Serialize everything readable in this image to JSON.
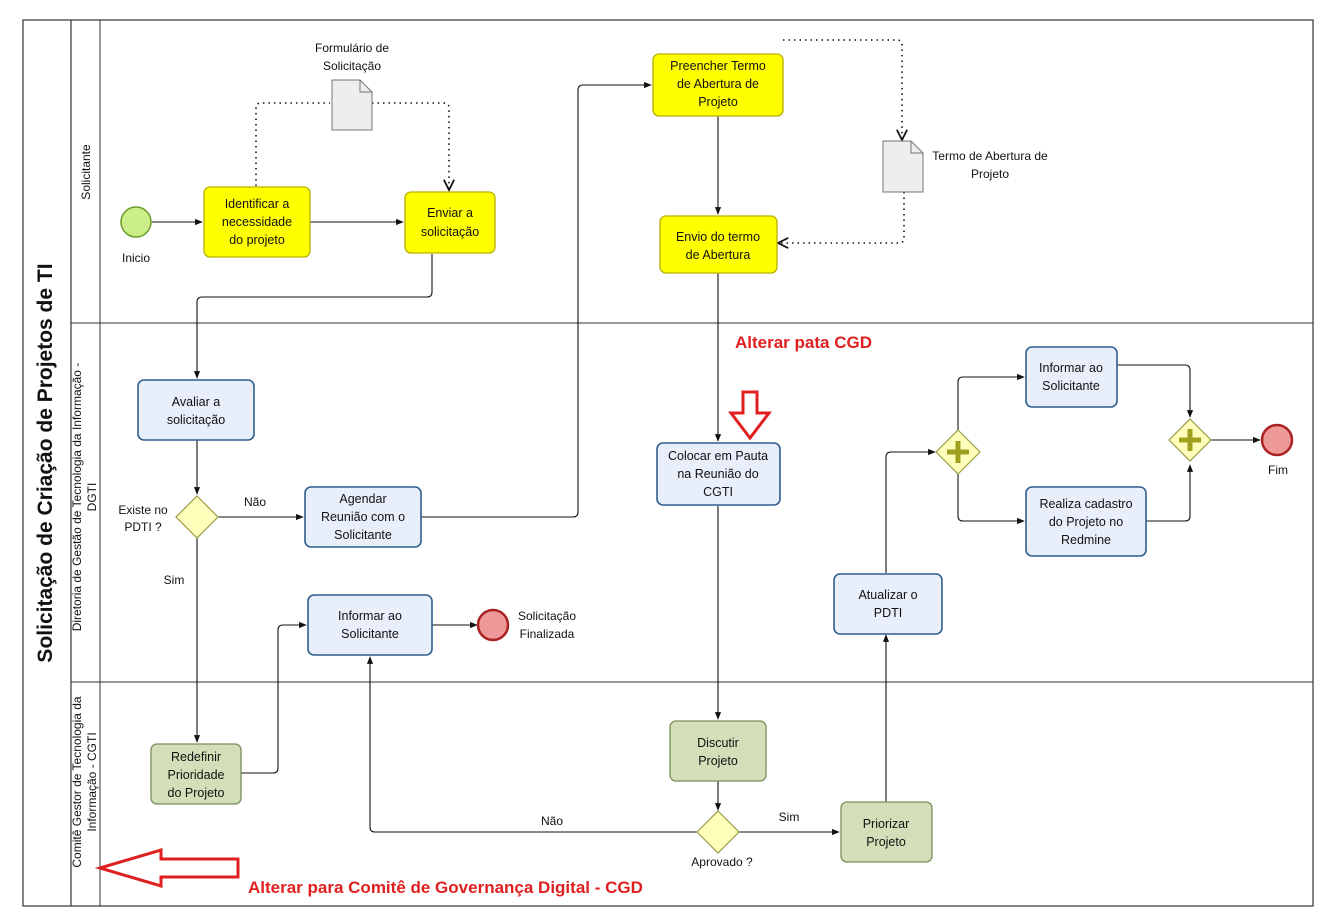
{
  "pool": {
    "title": "Solicitação de Criação de Projetos de TI"
  },
  "lanes": {
    "solicitante": "Solicitante",
    "dgti": [
      "Diretoria de Gestão de Tecnologia da Informação -",
      "DGTI"
    ],
    "cgti": [
      "Comitê Gestor de Tecnologia da",
      "Informação - CGTI"
    ]
  },
  "events": {
    "start": "Inicio",
    "end_fim": "Fim",
    "end_finalizada": [
      "Solicitação",
      "Finalizada"
    ]
  },
  "artifacts": {
    "formulario": [
      "Formulário de",
      "Solicitação"
    ],
    "termo": [
      "Termo de Abertura de",
      "Projeto"
    ]
  },
  "tasks": {
    "identificar": [
      "Identificar a",
      "necessidade",
      "do projeto"
    ],
    "enviar": [
      "Enviar a",
      "solicitação"
    ],
    "preencher": [
      "Preencher Termo",
      "de Abertura de",
      "Projeto"
    ],
    "envio_termo": [
      "Envio do termo",
      "de Abertura"
    ],
    "avaliar": [
      "Avaliar a",
      "solicitação"
    ],
    "agendar": [
      "Agendar",
      "Reunião com o",
      "Solicitante"
    ],
    "colocar": [
      "Colocar em Pauta",
      "na Reunião do",
      "CGTI"
    ],
    "informar_dgti": [
      "Informar  ao",
      "Solicitante"
    ],
    "informar_top": [
      "Informar  ao",
      "Solicitante"
    ],
    "realiza": [
      "Realiza cadastro",
      "do Projeto no",
      "Redmine"
    ],
    "atualizar": [
      "Atualizar o",
      "PDTI"
    ],
    "redefinir": [
      "Redefinir",
      "Prioridade",
      "do Projeto"
    ],
    "discutir": [
      "Discutir",
      "Projeto"
    ],
    "priorizar": [
      "Priorizar",
      "Projeto"
    ]
  },
  "gateways": {
    "existe": [
      "Existe no",
      "PDTI ?"
    ],
    "aprovado": "Aprovado ?"
  },
  "flow_labels": {
    "nao_top": "Não",
    "sim_left": "Sim",
    "nao_bottom": "Não",
    "sim_bottom": "Sim"
  },
  "annotations": {
    "alterar_cgd": "Alterar pata CGD",
    "alterar_comite": "Alterar para Comitê de Governança Digital - CGD"
  },
  "colors": {
    "yellow_fill": "#ffff00",
    "yellow_stroke": "#b8b000",
    "blue_fill": "#e9eefb",
    "blue_stroke": "#2f5f8f",
    "green_fill": "#d3dfb8",
    "green_stroke": "#7a8f5a",
    "start_fill": "#ccee88",
    "end_fill": "#ee9999",
    "gateway_fill": "#ffffbb",
    "parallel_fill": "#ffffbb",
    "note_red": "#e02020"
  }
}
